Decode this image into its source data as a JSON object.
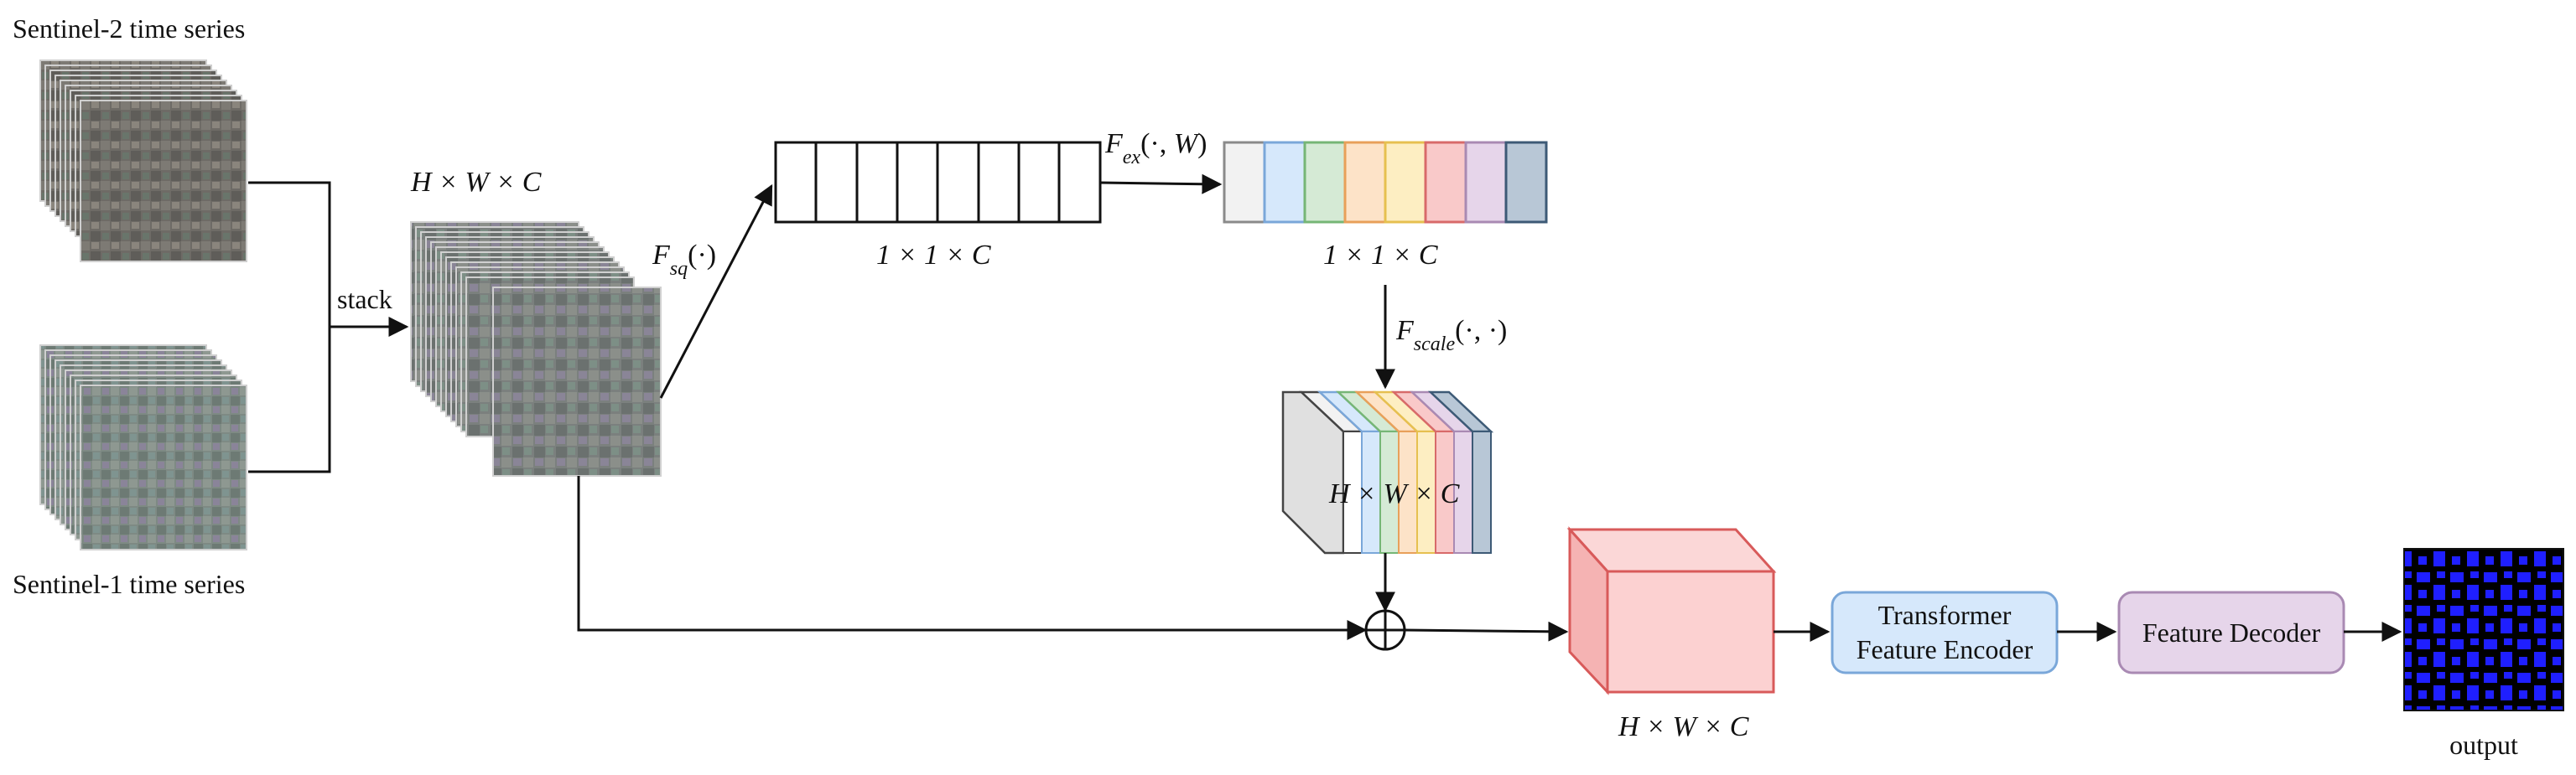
{
  "labels": {
    "s2": "Sentinel-2 time series",
    "s1": "Sentinel-1 time series",
    "stack": "stack",
    "hwc_top": "H × W × C",
    "fsq": "Fsq(·)",
    "one_one_c_1": "1 × 1 × C",
    "fex": "Fex(·, W)",
    "one_one_c_2": "1 × 1 × C",
    "fscale": "Fscale(·, ·)",
    "hwc_mid": "H × W × C",
    "hwc_red": "H × W × C",
    "encoder_line1": "Transformer",
    "encoder_line2": "Feature Encoder",
    "decoder": "Feature Decoder",
    "output": "output"
  },
  "colors": {
    "excite": [
      "#f2f2f2",
      "#d6e8fb",
      "#d5ead5",
      "#fde3c8",
      "#fdeec2",
      "#f9c9c9",
      "#e6d5ea",
      "#b8c7d6"
    ],
    "excite_border": [
      "#8a8a8a",
      "#7aa7d9",
      "#76b676",
      "#e8a05a",
      "#e6c050",
      "#d86a6a",
      "#a98ab3",
      "#3d5a76"
    ],
    "encoder_fill": "#d6e8fb",
    "encoder_border": "#7aa7d9",
    "decoder_fill": "#e6d5ea",
    "decoder_border": "#a98ab3",
    "feature_cube_fill": "#f9c9c9",
    "feature_cube_border": "#d85a5a",
    "output_bg": "#000000",
    "output_fg": "#1f1fff"
  }
}
